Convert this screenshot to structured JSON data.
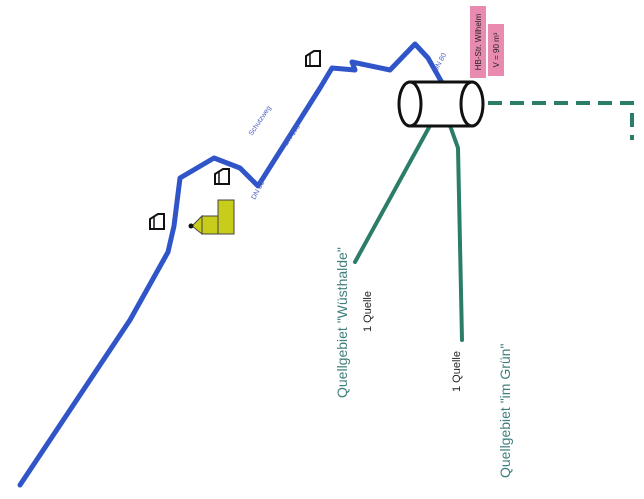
{
  "reservoir": {
    "name": "HB-Str. Wilhelm",
    "volume": "V = 90 m³"
  },
  "pipeline": {
    "name": "Schutzweg",
    "diameter_main": "DN 100",
    "diameter_a": "DN 80",
    "diameter_b": "DN 80"
  },
  "springs": [
    {
      "area": "Quellgebiet \"Wüsthalde\"",
      "count": "1 Quelle"
    },
    {
      "area": "Quellgebiet \"im Grün\"",
      "count": "1 Quelle"
    }
  ],
  "colors": {
    "pipe": "#2f55c8",
    "spring_line": "#2c7d67",
    "label_box": "#e98bb0",
    "building": "#c8cc1a"
  },
  "icons": [
    "valve-shaft-icon",
    "pump-station-icon",
    "reservoir-tank-icon"
  ]
}
